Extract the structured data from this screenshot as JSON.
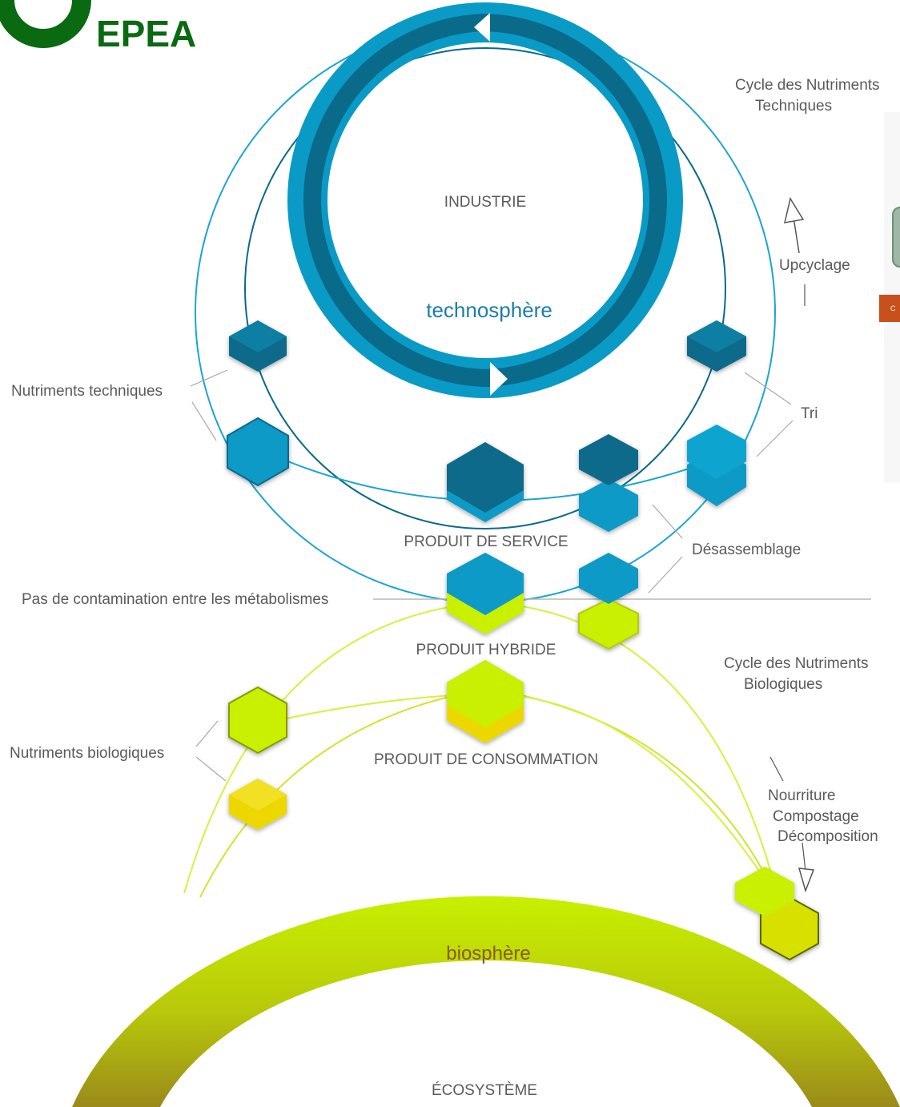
{
  "logo": {
    "text": "EPEA",
    "color": "#0a6a12"
  },
  "labels": {
    "industrie": "INDUSTRIE",
    "technosphere": "technosphère",
    "biosphere": "biosphère",
    "ecosysteme": "ÉCOSYSTÈME",
    "cycle_tech_1": "Cycle des Nutriments",
    "cycle_tech_2": "Techniques",
    "upcyclage": "Upcyclage",
    "tri": "Tri",
    "nutriments_techniques": "Nutriments techniques",
    "desassemblage": "Désassemblage",
    "produit_service": "PRODUIT DE SERVICE",
    "pas_contamination": "Pas de contamination entre les métabolismes",
    "produit_hybride": "PRODUIT HYBRIDE",
    "cycle_bio_1": "Cycle des Nutriments",
    "cycle_bio_2": "Biologiques",
    "nutriments_biologiques": "Nutriments biologiques",
    "produit_consommation": "PRODUIT DE CONSOMMATION",
    "nourriture": "Nourriture",
    "compostage": "Compostage",
    "decomposition": "Décomposition",
    "side_tab": "C"
  },
  "colors": {
    "tech_light": "#0a9ac6",
    "tech_dark": "#0a6a8a",
    "bio_lime": "#c8f000",
    "bio_yellow": "#ecd800",
    "bio_olive": "#9a8a1a",
    "line_grey": "#9a9a9a"
  }
}
